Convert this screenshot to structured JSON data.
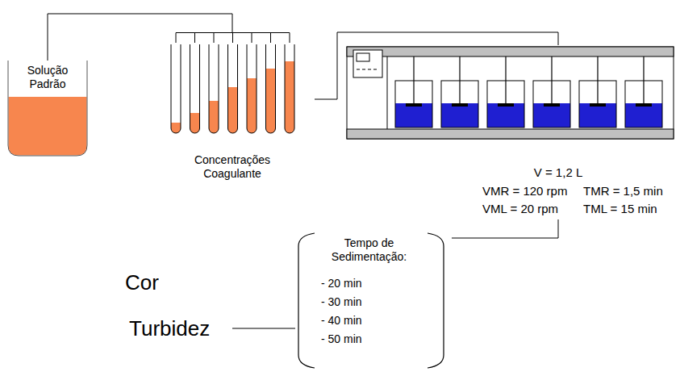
{
  "diagram": {
    "nodes": [
      {
        "text": [
          "Solução Padrão"
        ]
      },
      {
        "text": [
          "Concentrações Coagulante"
        ]
      },
      {
        "text": [
          "V = 1,2 L",
          "VMR = 120 rpm",
          "TMR = 1,5 min",
          "VML = 20 rpm",
          "TML = 15 min"
        ]
      },
      {
        "text": [
          "Tempo de Sedimentação:",
          "- 20 min",
          "- 30 min",
          "- 40 min",
          "- 50 min"
        ]
      }
    ],
    "edges": [
      {
        "from": 0,
        "to": 1,
        "arrow": "none"
      },
      {
        "from": 1,
        "to": 2,
        "arrow": "none"
      },
      {
        "from": 2,
        "to": 3,
        "arrow": "none"
      }
    ],
    "labels": [
      "Cor",
      "Turbidez"
    ]
  }
}
